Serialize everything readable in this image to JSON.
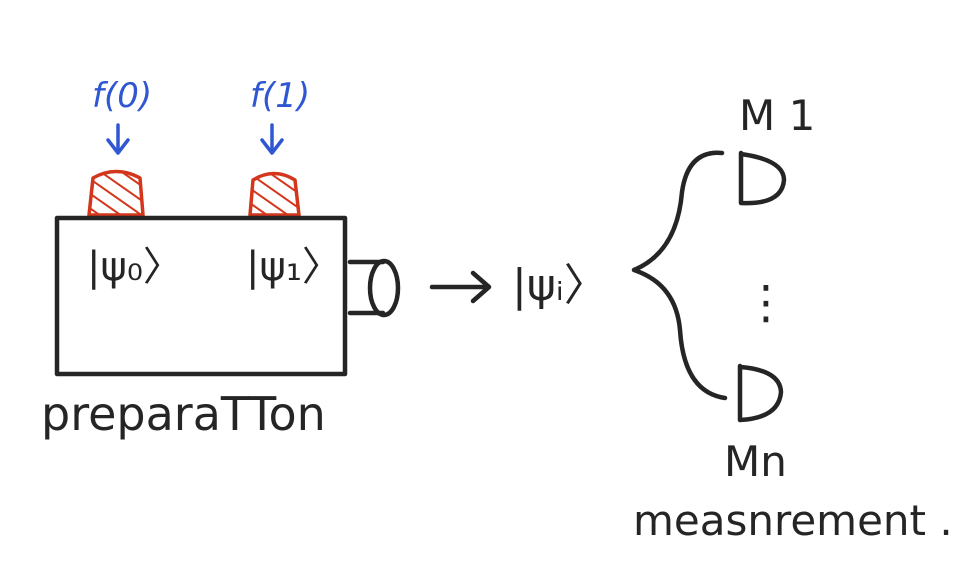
{
  "colors": {
    "ink": "#252525",
    "blue": "#2f57d3",
    "red": "#d4361c",
    "background": "#ffffff"
  },
  "oracle": {
    "input_0": "f(0)",
    "input_1": "f(1)"
  },
  "box": {
    "state_0": "|ψ₀〉",
    "state_1": "|ψ₁〉",
    "label": "preparaTTon"
  },
  "output": {
    "state": "|ψᵢ〉"
  },
  "detectors": {
    "top_label": "M 1",
    "bottom_label": "Mn",
    "ellipsis": "⋮",
    "label": "measnrement ."
  },
  "icons": {
    "arrow": "arrow-right-icon",
    "detector": "detector-icon",
    "input_slot": "hatched-slot-icon",
    "output_port": "cylinder-port-icon",
    "brace": "brace-icon"
  }
}
